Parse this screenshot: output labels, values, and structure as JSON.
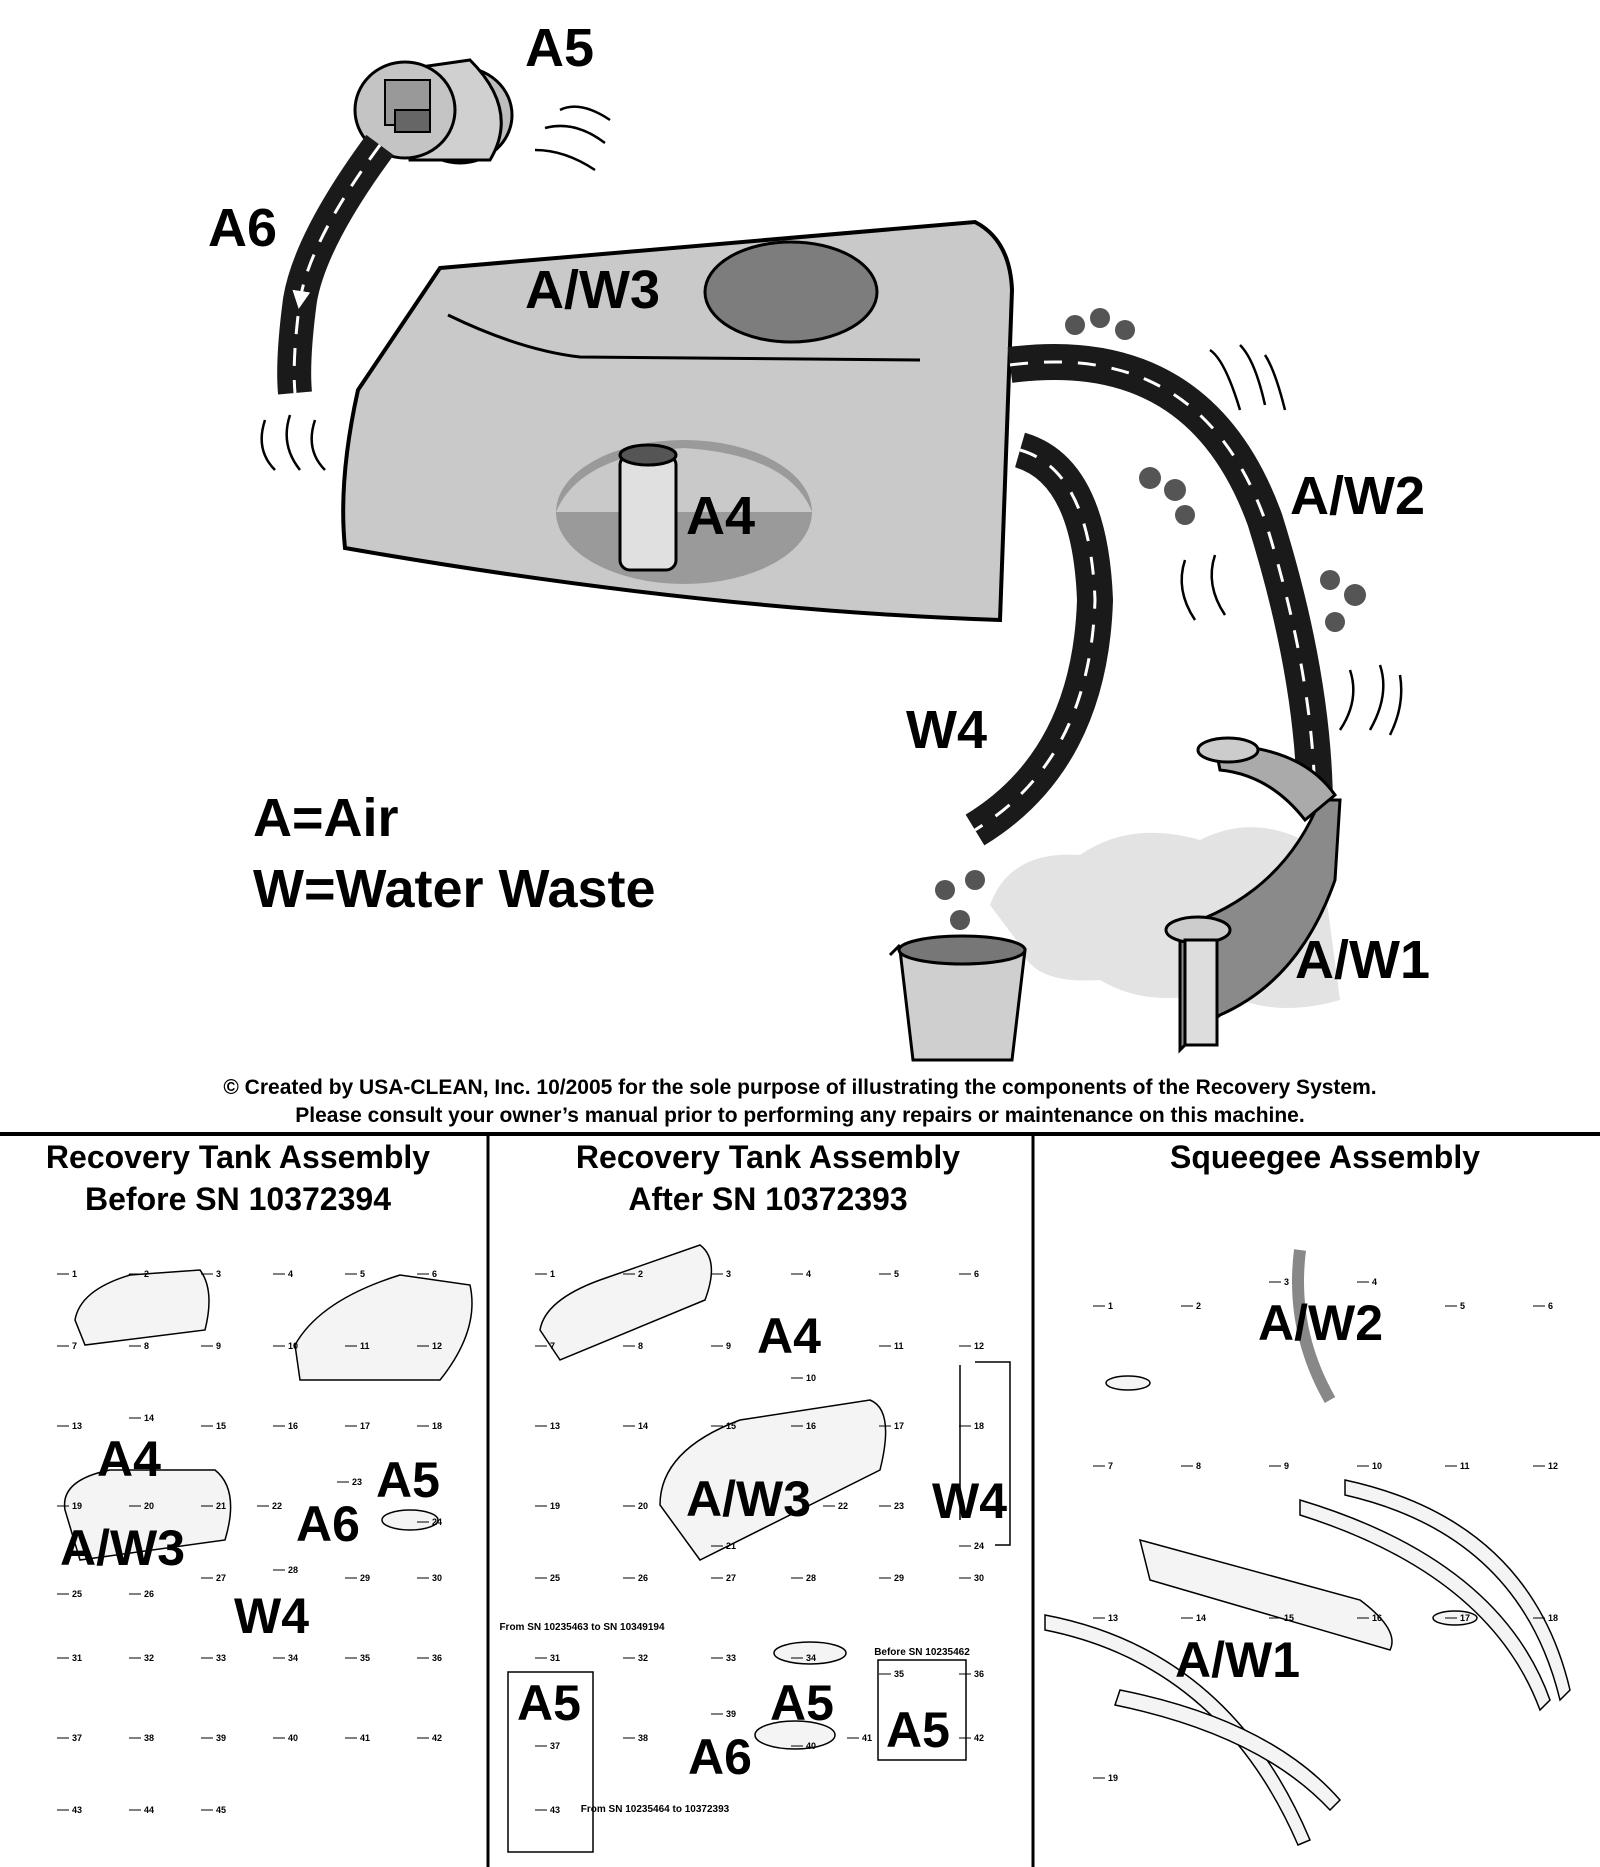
{
  "diagram": {
    "labels": {
      "a5": "A5",
      "a6": "A6",
      "aw3": "A/W3",
      "a4": "A4",
      "aw2": "A/W2",
      "w4": "W4",
      "aw1": "A/W1"
    },
    "legend": {
      "air": "A=Air",
      "water": "W=Water Waste"
    },
    "copyright": {
      "line1": "© Created by USA-CLEAN, Inc. 10/2005 for the sole purpose of illustrating the components of the Recovery System.",
      "line2": "Please consult your owner’s manual prior to performing any repairs or maintenance on this machine."
    }
  },
  "panels": [
    {
      "title1": "Recovery Tank Assembly",
      "title2": "Before SN 10372394",
      "labels": [
        "A4",
        "A/W3",
        "A6",
        "A5",
        "W4"
      ],
      "part_numbers": [
        "1",
        "2",
        "3",
        "4",
        "5",
        "6",
        "7",
        "8",
        "9",
        "10",
        "11",
        "12",
        "13",
        "14",
        "15",
        "16",
        "17",
        "18",
        "19",
        "20",
        "21",
        "22",
        "23",
        "24",
        "25",
        "26",
        "27",
        "28",
        "29",
        "30",
        "31",
        "32",
        "33",
        "34",
        "35",
        "36",
        "37",
        "38",
        "39",
        "40",
        "41",
        "42",
        "43",
        "44",
        "45"
      ]
    },
    {
      "title1": "Recovery Tank Assembly",
      "title2": "After SN 10372393",
      "labels": [
        "A4",
        "A/W3",
        "W4",
        "A5",
        "A6",
        "A5",
        "A5"
      ],
      "insets": {
        "left": "From SN 10235463 to SN 10349194",
        "middle": "From SN 10235464 to 10372393",
        "right": "Before SN 10235462"
      },
      "part_numbers": [
        "1",
        "2",
        "3",
        "4",
        "5",
        "6",
        "7",
        "8",
        "9",
        "10",
        "11",
        "12",
        "13",
        "14",
        "15",
        "16",
        "17",
        "18",
        "19",
        "20",
        "21",
        "22",
        "23",
        "24",
        "25",
        "26",
        "27",
        "28",
        "29",
        "30",
        "31",
        "32",
        "33",
        "34",
        "35",
        "36",
        "37",
        "38",
        "39",
        "40",
        "41",
        "42",
        "43"
      ]
    },
    {
      "title1": "Squeegee Assembly",
      "title2": "",
      "labels": [
        "A/W2",
        "A/W1"
      ],
      "part_numbers": [
        "1",
        "2",
        "3",
        "4",
        "5",
        "6",
        "7",
        "8",
        "9",
        "10",
        "11",
        "12",
        "13",
        "14",
        "15",
        "16",
        "17",
        "18",
        "19"
      ]
    }
  ],
  "colors": {
    "tank_fill": "#c9c9c9",
    "hose": "#1a1a1a",
    "outline": "#000000"
  }
}
